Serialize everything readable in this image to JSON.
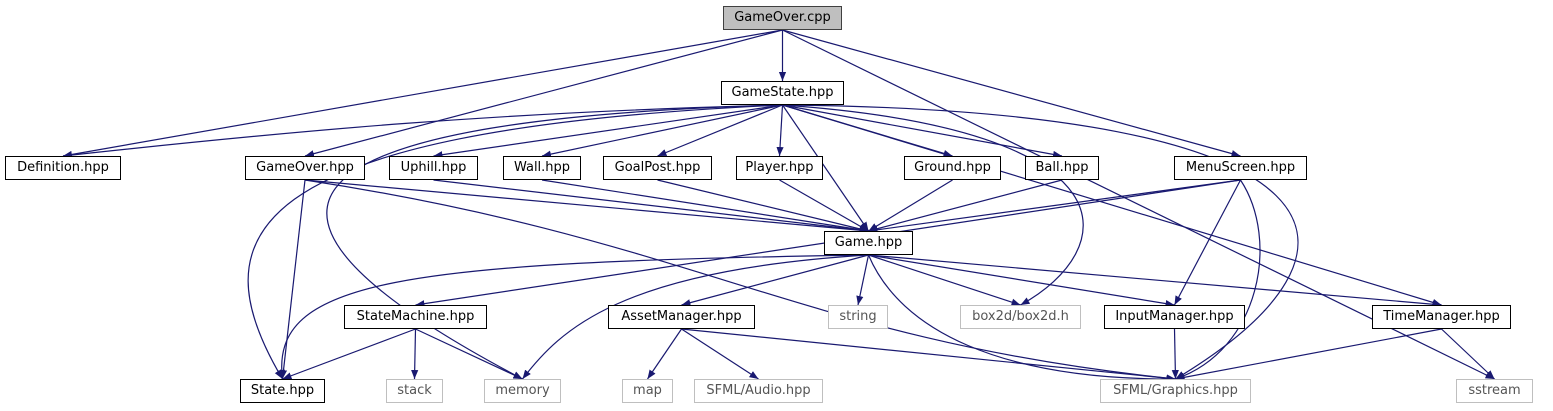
{
  "title": "GameOver.cpp include dependency graph",
  "colors": {
    "edge": "#191970",
    "root_fill": "#bfbfbf",
    "external_border": "#bfbfbf"
  },
  "nodes": {
    "gameover_cpp": "GameOver.cpp",
    "gamestate": "GameState.hpp",
    "definition": "Definition.hpp",
    "gameover_hpp": "GameOver.hpp",
    "uphill": "Uphill.hpp",
    "wall": "Wall.hpp",
    "goalpost": "GoalPost.hpp",
    "player": "Player.hpp",
    "ground": "Ground.hpp",
    "ball": "Ball.hpp",
    "menuscreen": "MenuScreen.hpp",
    "game": "Game.hpp",
    "statemachine": "StateMachine.hpp",
    "assetmanager": "AssetManager.hpp",
    "string": "string",
    "box2d": "box2d/box2d.h",
    "inputmanager": "InputManager.hpp",
    "timemanager": "TimeManager.hpp",
    "state": "State.hpp",
    "stack": "stack",
    "memory": "memory",
    "map": "map",
    "sfml_audio": "SFML/Audio.hpp",
    "sfml_graphics": "SFML/Graphics.hpp",
    "sstream": "sstream"
  },
  "edges": [
    [
      "gameover_cpp",
      "gamestate"
    ],
    [
      "gameover_cpp",
      "definition"
    ],
    [
      "gameover_cpp",
      "gameover_hpp"
    ],
    [
      "gameover_cpp",
      "menuscreen"
    ],
    [
      "gameover_cpp",
      "sstream"
    ],
    [
      "gamestate",
      "definition"
    ],
    [
      "gamestate",
      "state"
    ],
    [
      "gamestate",
      "memory"
    ],
    [
      "gamestate",
      "uphill"
    ],
    [
      "gamestate",
      "wall"
    ],
    [
      "gamestate",
      "goalpost"
    ],
    [
      "gamestate",
      "player"
    ],
    [
      "gamestate",
      "game"
    ],
    [
      "gamestate",
      "ground"
    ],
    [
      "gamestate",
      "ball"
    ],
    [
      "gamestate",
      "box2d"
    ],
    [
      "gamestate",
      "sfml_graphics"
    ],
    [
      "gamestate",
      "timemanager"
    ],
    [
      "gameover_hpp",
      "game"
    ],
    [
      "gameover_hpp",
      "state"
    ],
    [
      "gameover_hpp",
      "sfml_graphics"
    ],
    [
      "uphill",
      "game"
    ],
    [
      "wall",
      "game"
    ],
    [
      "goalpost",
      "game"
    ],
    [
      "player",
      "game"
    ],
    [
      "ground",
      "game"
    ],
    [
      "ball",
      "game"
    ],
    [
      "menuscreen",
      "game"
    ],
    [
      "menuscreen",
      "statemachine"
    ],
    [
      "menuscreen",
      "inputmanager"
    ],
    [
      "menuscreen",
      "sfml_graphics"
    ],
    [
      "game",
      "state"
    ],
    [
      "game",
      "memory"
    ],
    [
      "game",
      "assetmanager"
    ],
    [
      "game",
      "string"
    ],
    [
      "game",
      "box2d"
    ],
    [
      "game",
      "inputmanager"
    ],
    [
      "game",
      "timemanager"
    ],
    [
      "game",
      "sfml_graphics"
    ],
    [
      "statemachine",
      "state"
    ],
    [
      "statemachine",
      "stack"
    ],
    [
      "statemachine",
      "memory"
    ],
    [
      "assetmanager",
      "map"
    ],
    [
      "assetmanager",
      "sfml_audio"
    ],
    [
      "assetmanager",
      "sfml_graphics"
    ],
    [
      "inputmanager",
      "sfml_graphics"
    ],
    [
      "timemanager",
      "sfml_graphics"
    ],
    [
      "timemanager",
      "sstream"
    ]
  ]
}
